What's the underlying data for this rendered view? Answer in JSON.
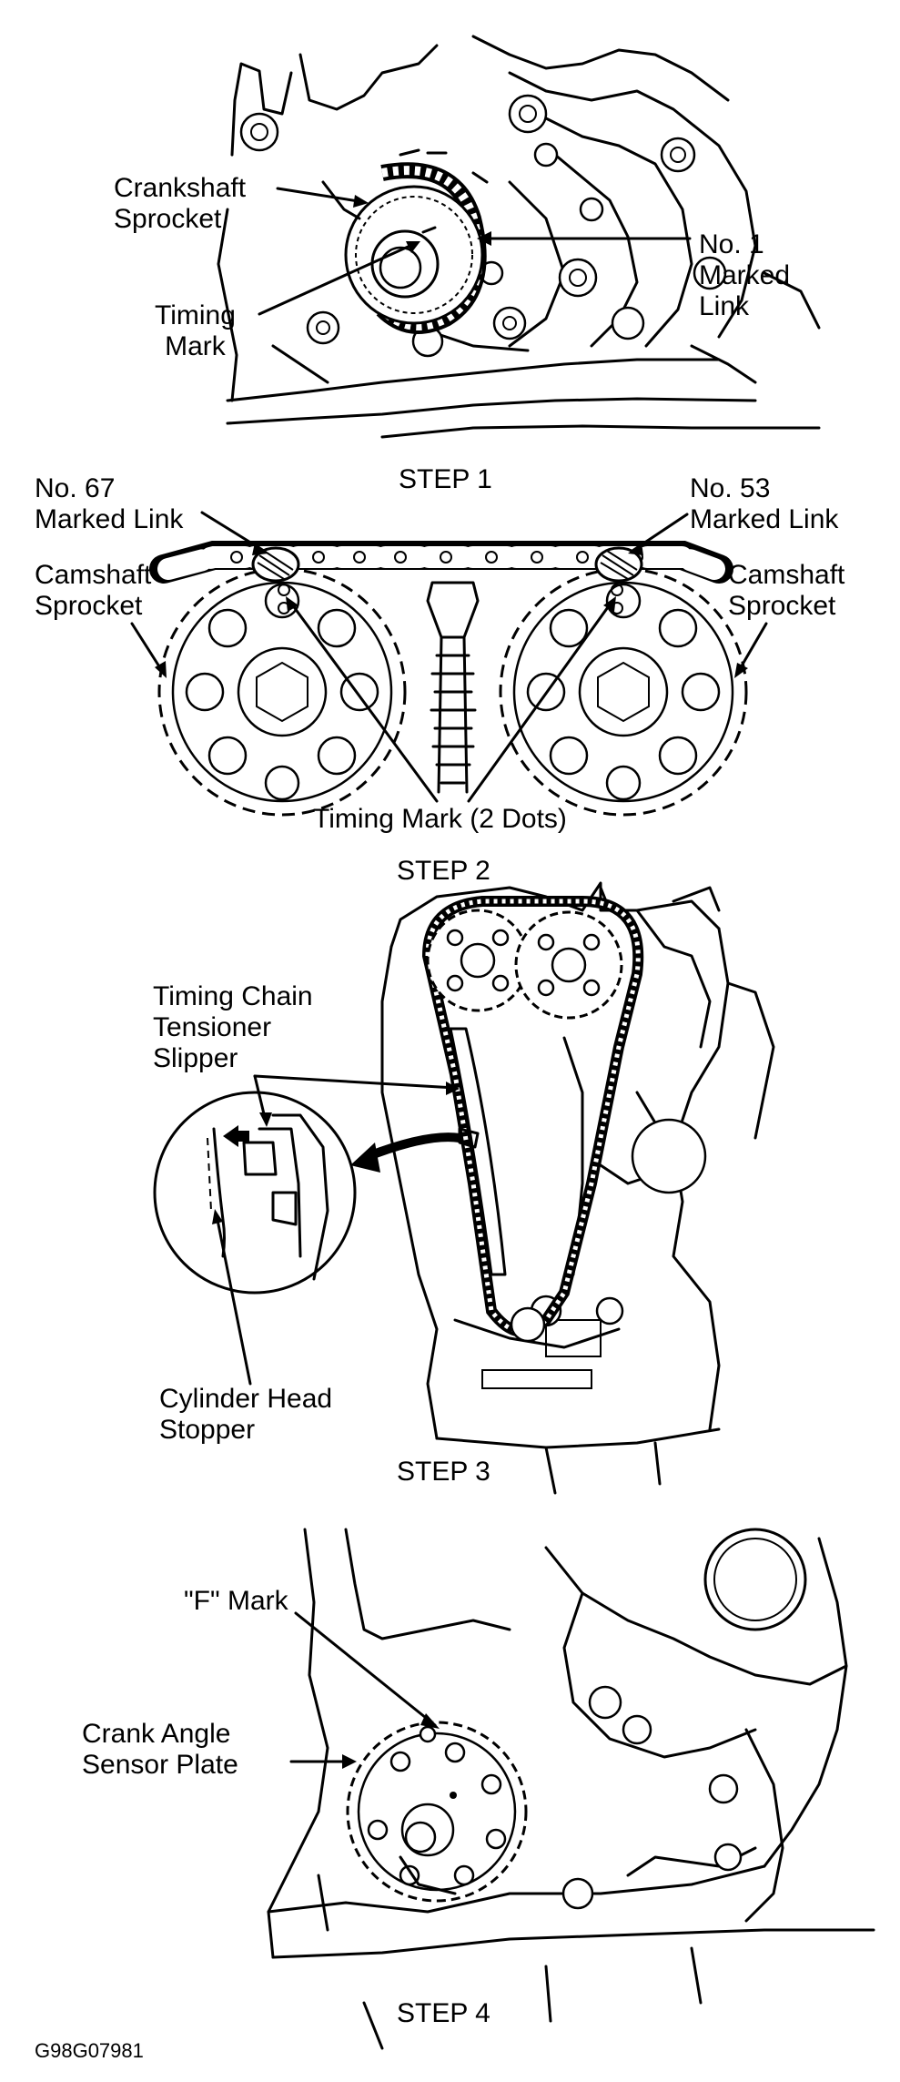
{
  "step1": {
    "caption": "STEP 1",
    "crankshaft_sprocket": "Crankshaft\nSprocket",
    "timing_mark": "Timing\nMark",
    "no1_marked_link": "No. 1\nMarked\nLink"
  },
  "step2": {
    "caption": "STEP 2",
    "no67_marked_link": "No. 67\nMarked Link",
    "no53_marked_link": "No. 53\nMarked Link",
    "camshaft_sprocket_left": "Camshaft\nSprocket",
    "camshaft_sprocket_right": "Camshaft\nSprocket",
    "timing_mark_2dots": "Timing Mark (2 Dots)"
  },
  "step3": {
    "caption": "STEP 3",
    "tensioner_slipper": "Timing Chain\nTensioner\nSlipper",
    "cylinder_head_stopper": "Cylinder Head\nStopper"
  },
  "step4": {
    "caption": "STEP 4",
    "f_mark": "\"F\" Mark",
    "crank_angle_sensor_plate": "Crank Angle\nSensor Plate"
  },
  "figure_code": "G98G07981"
}
